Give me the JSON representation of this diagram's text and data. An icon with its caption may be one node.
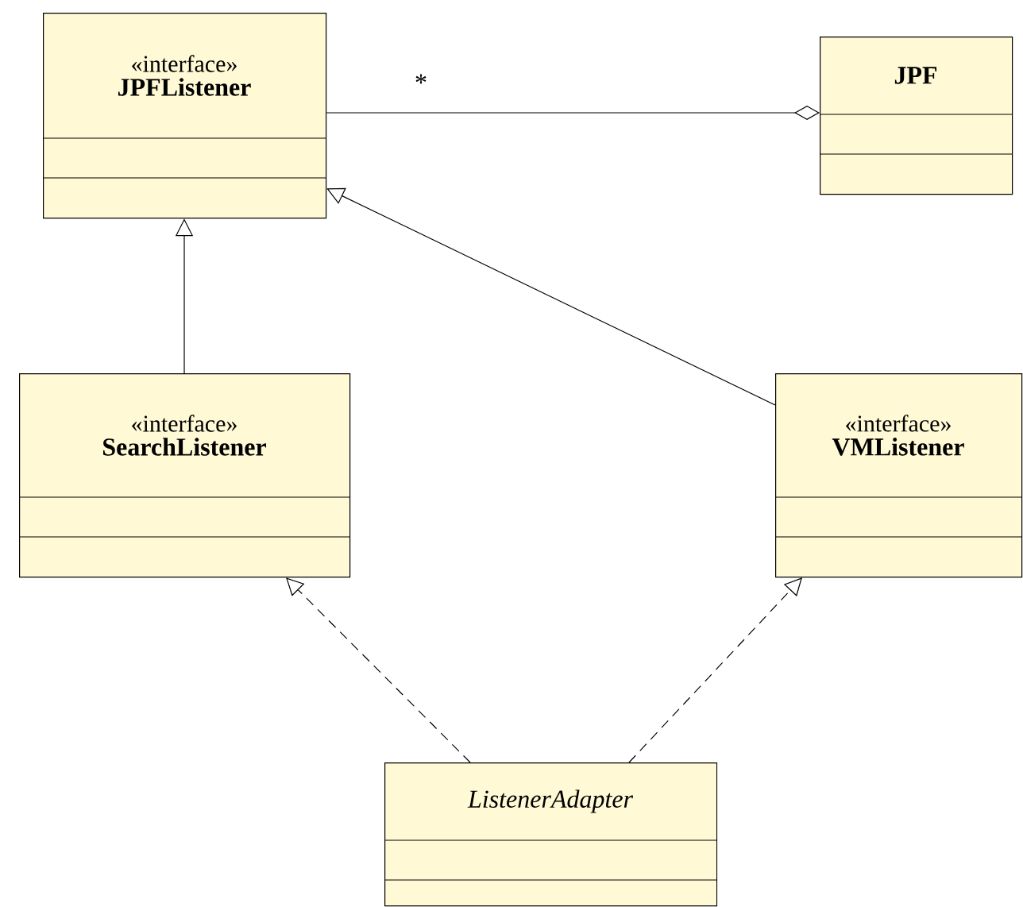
{
  "diagram": {
    "nodes": [
      {
        "text": [
          "«interface»",
          "JPFListener"
        ]
      },
      {
        "text": [
          "JPF"
        ]
      },
      {
        "text": [
          "«interface»",
          "SearchListener"
        ]
      },
      {
        "text": [
          "«interface»",
          "VMListener"
        ]
      },
      {
        "text": [
          "ListenerAdapter"
        ]
      }
    ],
    "edges": [
      {
        "from": 0,
        "to": 1,
        "arrow": "other",
        "label": "*"
      },
      {
        "from": 2,
        "to": 0,
        "arrow": "to"
      },
      {
        "from": 3,
        "to": 0,
        "arrow": "to"
      },
      {
        "from": 4,
        "to": 2,
        "arrow": "to",
        "style": "dashed"
      },
      {
        "from": 4,
        "to": 3,
        "arrow": "to",
        "style": "dashed"
      }
    ]
  }
}
